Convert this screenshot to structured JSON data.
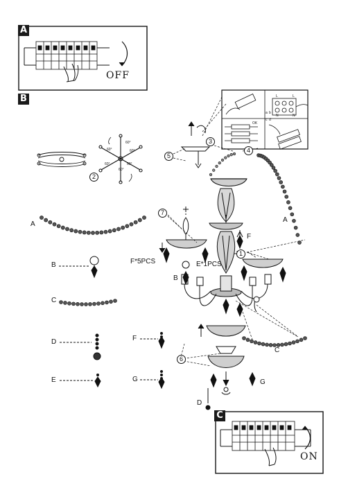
{
  "panel_a": {
    "letter": "A",
    "switch_state": "OFF"
  },
  "panel_b": {
    "letter": "B",
    "step_numbers": [
      "1",
      "2",
      "3",
      "4",
      "5",
      "6",
      "7"
    ],
    "part_labels": {
      "A_left": "A",
      "B": "B",
      "C": "C",
      "D": "D",
      "E": "E",
      "F": "F",
      "G": "G",
      "A_right": "A",
      "F_frame": "F",
      "B_frame": "B",
      "C_frame": "C",
      "D_frame": "D",
      "G_frame": "G"
    },
    "quantity_f": "F*5PCS",
    "quantity_e": "E*1PCS",
    "angle_label": "60°",
    "wiring_ok": "OK",
    "wiring_letters": [
      "L",
      "L",
      "N",
      "N",
      "a",
      "b",
      "c",
      "d"
    ]
  },
  "panel_c": {
    "letter": "C",
    "switch_state": "ON"
  }
}
